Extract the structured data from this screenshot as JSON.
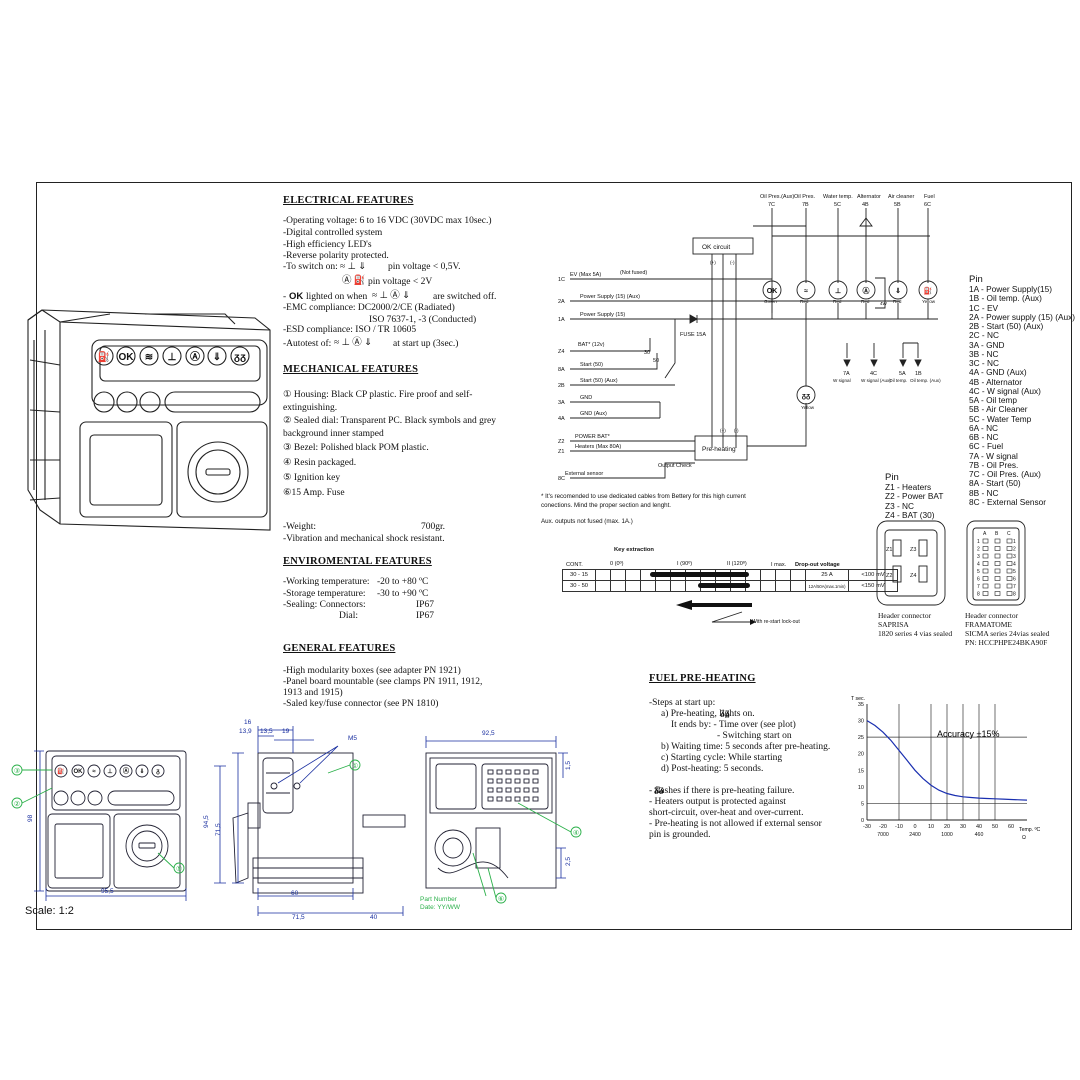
{
  "electrical": {
    "title": "ELECTRICAL FEATURES",
    "lines": [
      "-Operating voltage: 6 to 16 VDC   (30VDC max 10sec.)",
      "-Digital controlled system",
      "-High efficiency LED's",
      "-Reverse polarity protected.",
      "-To switch on:",
      "pin voltage < 0,5V.",
      "pin voltage < 2V",
      "-",
      "lighted on when",
      "are switched off.",
      "-EMC compliance:    DC2000/2/CE  (Radiated)",
      "ISO 7637-1, -3 (Conducted)",
      "-ESD compliance:     ISO / TR 10605",
      "-Autotest of:",
      "at start up (3sec.)"
    ],
    "ok": "OK"
  },
  "mechanical": {
    "title": "MECHANICAL FEATURES",
    "items": [
      "① Housing: Black CP plastic. Fire proof and self-extinguishing.",
      "② Sealed dial: Transparent PC. Black symbols  and grey background inner stamped",
      "③ Bezel: Polished black POM plastic.",
      "④ Resin packaged.",
      "⑤ Ignition key",
      "⑥15 Amp. Fuse"
    ],
    "weight_label": "-Weight:",
    "weight_value": "700gr.",
    "vibration": "-Vibration and mechanical shock resistant."
  },
  "environmental": {
    "title": "ENVIROMENTAL FEATURES",
    "rows": [
      {
        "label": "-Working temperature:",
        "value": "-20 to +80 ºC"
      },
      {
        "label": "-Storage temperature:",
        "value": "-30 to +90 ºC"
      },
      {
        "label": "-Sealing:  Connectors:",
        "value": "IP67"
      },
      {
        "label": "Dial:",
        "value": "IP67"
      }
    ]
  },
  "general": {
    "title": "GENERAL FEATURES",
    "lines": [
      "-High modularity boxes (see adapter PN 1921)",
      "-Panel board mountable (see clamps PN 1911, 1912,",
      "1913 and 1915)",
      "-Saled key/fuse connector (see PN 1810)"
    ]
  },
  "preheating": {
    "title": "FUEL PRE-HEATING",
    "lines": [
      "-Steps at start up:",
      "a) Pre-heating,      lights on.",
      "It ends by:  - Time over (see plot)",
      "- Switching start on",
      "b) Waiting time: 5 seconds after pre-heating.",
      "c) Starting cycle: While starting",
      "d) Post-heating: 5 seconds.",
      "-      flashes if  there is pre-heating failure.",
      "- Heaters output is protected against",
      "short-circuit, over-heat and over-current.",
      "- Pre-heating is not allowed if external sensor",
      "pin is grounded."
    ]
  },
  "pins_main": {
    "title": "Pin",
    "items": [
      "1A - Power Supply(15)",
      "1B - Oil temp. (Aux)",
      "1C - EV",
      "2A - Power supply (15) (Aux)",
      "2B - Start (50) (Aux)",
      "2C - NC",
      "3A - GND",
      "3B - NC",
      "3C - NC",
      "4A - GND (Aux)",
      "4B - Alternator",
      "4C - W signal (Aux)",
      "5A - Oil temp",
      "5B - Air Cleaner",
      "5C - Water Temp",
      "6A - NC",
      "6B - NC",
      "6C - Fuel",
      "7A - W signal",
      "7B - Oil Pres.",
      "7C - Oil Pres. (Aux)",
      "8A - Start (50)",
      "8B - NC",
      "8C - External Sensor"
    ]
  },
  "pins_z": {
    "title": "Pin",
    "items": [
      "Z1 - Heaters",
      "Z2 - Power BAT",
      "Z3 - NC",
      "Z4 - BAT (30)"
    ]
  },
  "connectors": {
    "saprisa": [
      "Header connector",
      "SAPRISA",
      "1820 series 4 vias sealed"
    ],
    "framatome": [
      "Header connector",
      "FRAMATOME",
      "SICMA series 24vias sealed",
      "PN: HCCPHPE24BKA90F"
    ],
    "z_labels": [
      "Z1",
      "Z2",
      "Z3",
      "Z4"
    ],
    "grid_cols": [
      "A",
      "B",
      "C"
    ],
    "grid_rows": [
      "1",
      "2",
      "3",
      "4",
      "5",
      "6",
      "7",
      "8"
    ]
  },
  "schematic": {
    "top_labels": [
      "Oil Pres.(Aux)",
      "Oil Pres.",
      "Water temp.",
      "Alternator",
      "Air cleaner",
      "Fuel"
    ],
    "top_pins": [
      "7C",
      "7B",
      "5C",
      "4B",
      "5B",
      "6C"
    ],
    "ok_circuit": "OK circuit",
    "preheating": "Pre-heating",
    "left_pins": [
      "1C",
      "2A",
      "1A",
      "Z4",
      "8A",
      "2B",
      "3A",
      "4A",
      "Z2",
      "Z1",
      "8C"
    ],
    "left_labels": [
      "EV (Max 5A)",
      "Power Supply (15) (Aux)",
      "Power Supply (15)",
      "BAT* (12v)",
      "Start (50)",
      "Start (50) (Aux)",
      "GND",
      "GND (Aux)",
      "POWER BAT*",
      "Heaters (Max 80A)",
      "External sensor"
    ],
    "not_fused": "(Not fused)",
    "fuse": "FUSE 15A",
    "pin30": "30",
    "pin50": "50",
    "output_check": "Output Check",
    "lamp_colors": [
      "Green",
      "Red",
      "Red",
      "Red",
      "Red",
      "Yellow"
    ],
    "w4": "4W",
    "yellow": "Yellow",
    "plus": "(+)",
    "minus": "(-)",
    "lower_pins": [
      "7A",
      "4C",
      "5A",
      "1B"
    ],
    "lower_labels": [
      "W signal",
      "W signal (Aux)",
      "Oil temp.",
      "Oil temp. (Aux)"
    ],
    "note1": "* It's recomended to use dedicated cables from Bettery for this high current conections. Mind the proper section and lenght.",
    "note2": "Aux. outputs not fused (max. 1A.)"
  },
  "key_table": {
    "title": "Key extraction",
    "positions": [
      "0 (0º)",
      "I (90º)",
      "II (120º)"
    ],
    "headers": [
      "CONT.",
      "I max.",
      "Drop-out voltage"
    ],
    "rows": [
      {
        "cont": "30 - 15",
        "imax": "25 A",
        "drop": "<100 mV"
      },
      {
        "cont": "30 - 50",
        "imax": "12A/50A(max.1min)",
        "drop": "<150 mV"
      }
    ],
    "restart": "With re-start lock-out"
  },
  "chart_data": {
    "type": "line",
    "title": "Accuracy ±15%",
    "ylabel": "T sec.",
    "xlabel": "Temp. ºC",
    "x_secondary_label": "Ω",
    "x_ticks": [
      -30,
      -20,
      -10,
      0,
      10,
      20,
      30,
      40,
      50,
      60
    ],
    "x_ticks_secondary": [
      "7000",
      "2400",
      "1000",
      "460"
    ],
    "y_ticks": [
      0,
      5,
      10,
      15,
      20,
      25,
      30,
      35
    ],
    "xlim": [
      -30,
      70
    ],
    "ylim": [
      0,
      35
    ],
    "series": [
      {
        "x": [
          -30,
          -25,
          -20,
          -15,
          -10,
          -5,
          0,
          5,
          10,
          15,
          20,
          25,
          30,
          35,
          40,
          45,
          50,
          55,
          60,
          65,
          70
        ],
        "y": [
          30,
          28.5,
          26.5,
          24,
          21,
          18,
          15,
          12.5,
          10.5,
          9,
          8,
          7.4,
          7,
          6.8,
          6.6,
          6.5,
          6.4,
          6.3,
          6.2,
          6.1,
          6
        ]
      }
    ],
    "hlines": [
      5,
      25
    ],
    "vlines": [
      -10,
      10,
      20,
      30,
      40,
      50
    ]
  },
  "drawing": {
    "scale": "Scale: 1:2",
    "dims": [
      "16",
      "13,9",
      "13,5",
      "19",
      "M5",
      "92,5",
      "1,5",
      "98",
      "94,5",
      "71,5",
      "60",
      "71,5",
      "40",
      "95,5",
      "2,5"
    ],
    "callouts": [
      "①",
      "②",
      "③",
      "④",
      "⑤",
      "⑥"
    ],
    "part_number": "Part Number",
    "date": "Date: YY/WW",
    "panel_ok": "OK"
  }
}
